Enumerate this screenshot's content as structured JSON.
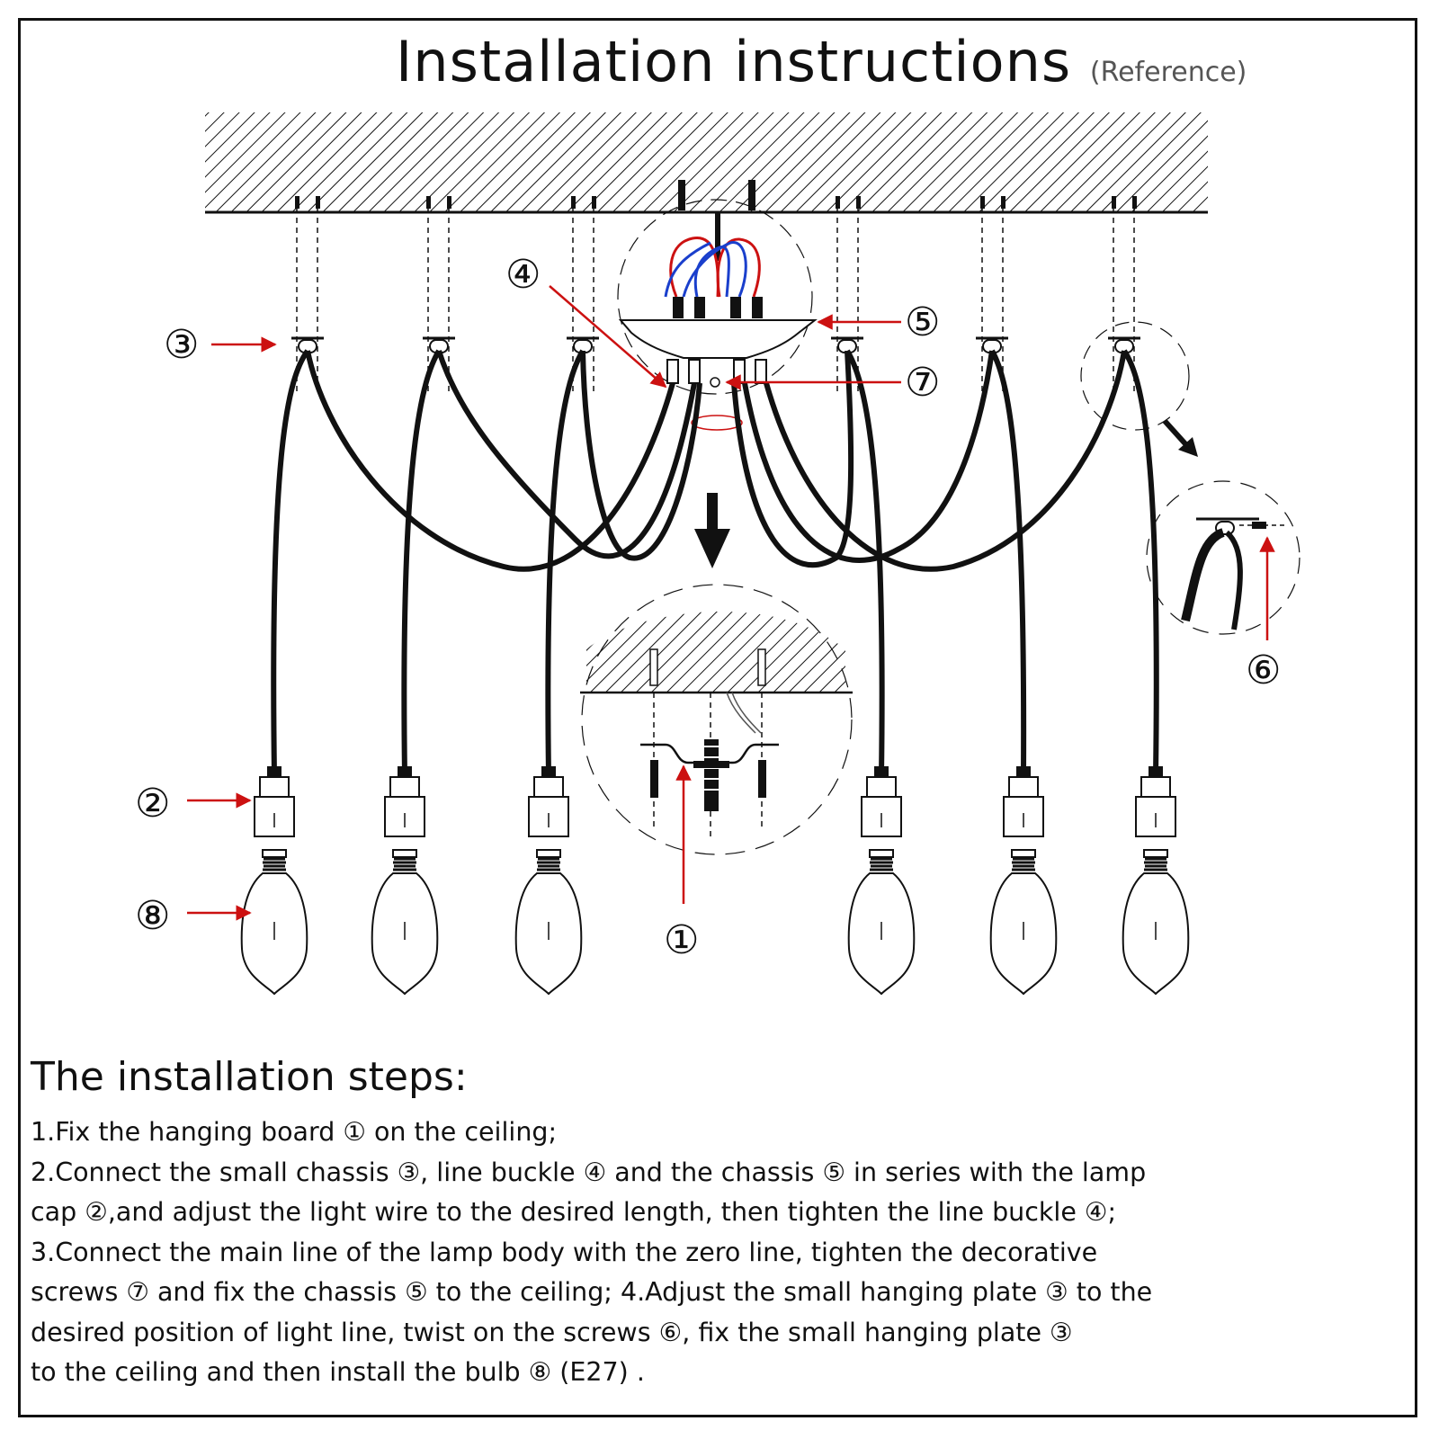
{
  "title": "Installation instructions",
  "title_note": "(Reference)",
  "callouts": {
    "n1": "①",
    "n2": "②",
    "n3": "③",
    "n4": "④",
    "n5": "⑤",
    "n6": "⑥",
    "n7": "⑦",
    "n8": "⑧"
  },
  "steps_heading": "The installation steps:",
  "steps_lines": [
    "1.Fix the hanging board ① on the ceiling;",
    "2.Connect the small chassis ③, line buckle ④ and the chassis ⑤ in series with the lamp",
    "cap ②,and adjust the light wire to the desired length, then tighten the line buckle ④;",
    "3.Connect the main line of the lamp body with the zero line, tighten the decorative",
    "screws ⑦ and fix the chassis ⑤ to the ceiling; 4.Adjust the small hanging plate ③ to the",
    "desired position of light line, twist on the screws ⑥,  fix the small hanging plate ③",
    "to the ceiling and then install the bulb ⑧ (E27) ."
  ],
  "colors": {
    "arrow": "#cc1111",
    "line": "#111111",
    "wire_red": "#cc1111",
    "wire_blue": "#1a3fcc"
  }
}
